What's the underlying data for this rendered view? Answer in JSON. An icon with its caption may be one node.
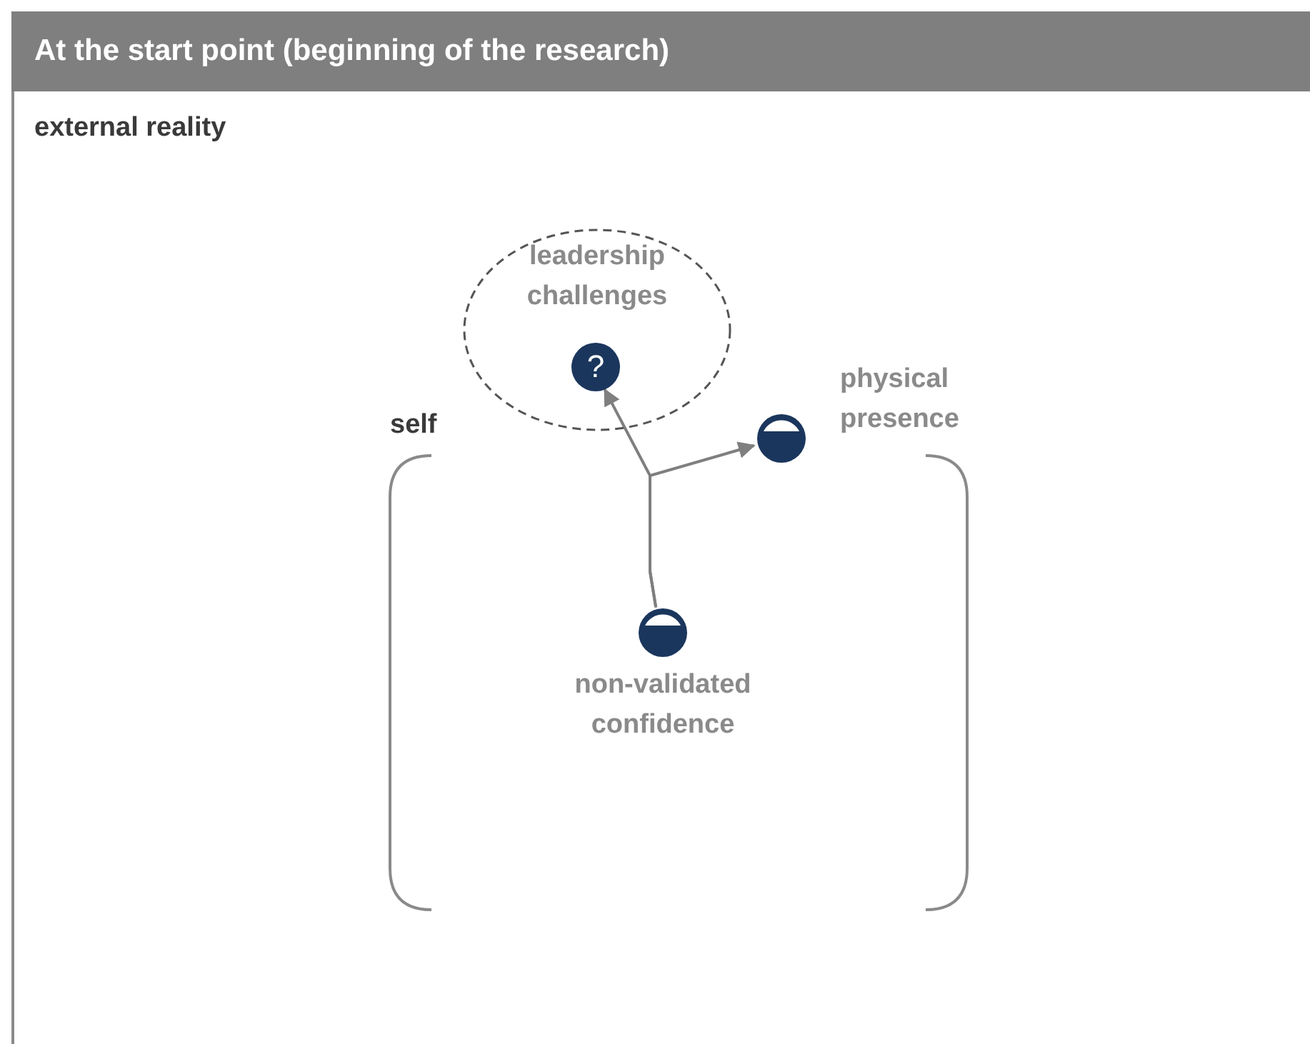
{
  "diagram": {
    "title": "At the start point (beginning of the research)",
    "nodes": [
      {
        "text": [
          "external reality"
        ]
      },
      {
        "text": [
          "self"
        ],
        "in": 0
      },
      {
        "text": [
          "leadership challenges"
        ],
        "in": 0
      },
      {
        "text": [
          "?"
        ],
        "in": 2
      },
      {
        "text": [],
        "shape": "circle",
        "beside": [
          "physical presence"
        ],
        "in": 1
      },
      {
        "text": [],
        "shape": "circle",
        "beside": [
          "non-validated confidence"
        ],
        "in": 1
      }
    ],
    "edges": [
      {
        "from": 5,
        "to": 3,
        "arrow": "to"
      },
      {
        "from": 5,
        "to": 4,
        "arrow": "to"
      }
    ]
  }
}
